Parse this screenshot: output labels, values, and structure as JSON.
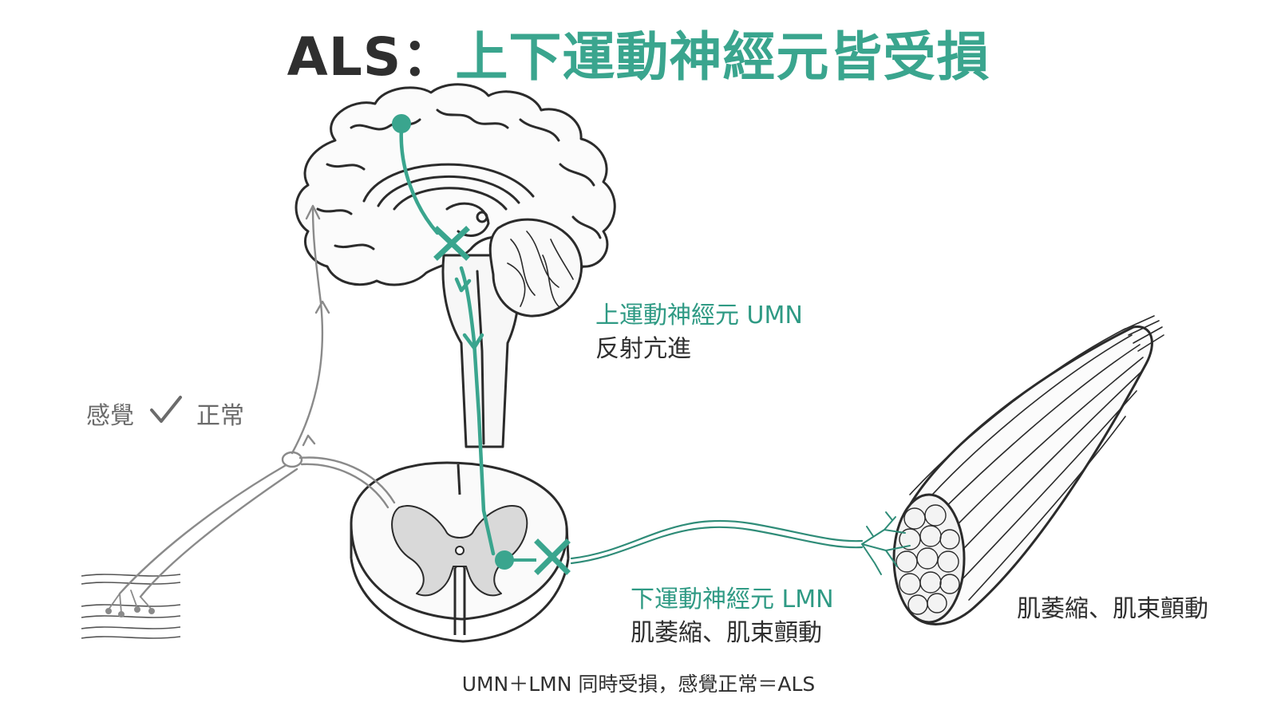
{
  "title": {
    "prefix": "ALS：",
    "accent": "上下運動神經元皆受損"
  },
  "umn": {
    "title": "上運動神經元 UMN",
    "sign": "反射亢進"
  },
  "lmn": {
    "title": "下運動神經元 LMN",
    "sign": "肌萎縮、肌束顫動"
  },
  "muscle": {
    "sign": "肌萎縮、肌束顫動"
  },
  "sensory": {
    "label": "感覺",
    "status": "正常"
  },
  "footer": "UMN＋LMN 同時受損，感覺正常＝ALS",
  "colors": {
    "accent": "#3aa58e",
    "ink": "#2f2f2f",
    "sensory": "#8a8a8a"
  },
  "icons": {
    "lesion": "x-mark-icon",
    "check": "check-icon"
  }
}
